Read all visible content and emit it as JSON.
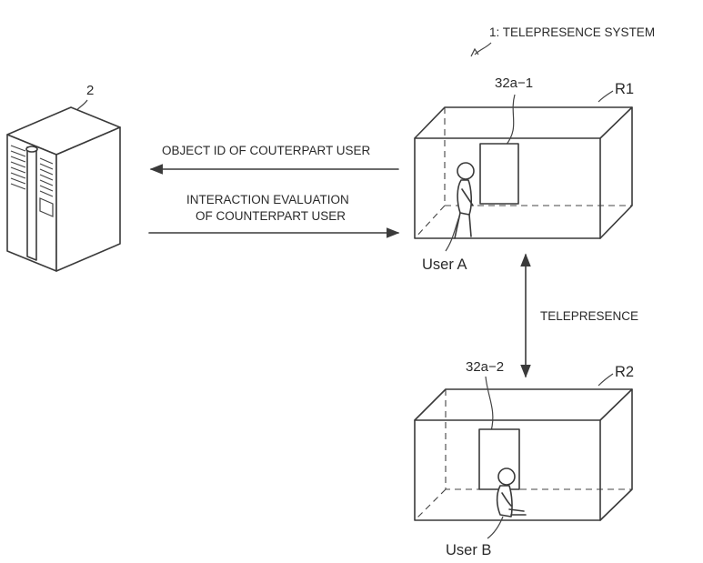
{
  "system": {
    "label": "1: TELEPRESENCE SYSTEM"
  },
  "server": {
    "ref": "2"
  },
  "arrows": {
    "object_id": "OBJECT ID OF COUTERPART USER",
    "evaluation_line1": "INTERACTION EVALUATION",
    "evaluation_line2": "OF COUNTERPART USER",
    "telepresence": "TELEPRESENCE"
  },
  "room1": {
    "ref": "R1",
    "display_ref": "32a−1",
    "user": "User A"
  },
  "room2": {
    "ref": "R2",
    "display_ref": "32a−2",
    "user": "User B"
  }
}
